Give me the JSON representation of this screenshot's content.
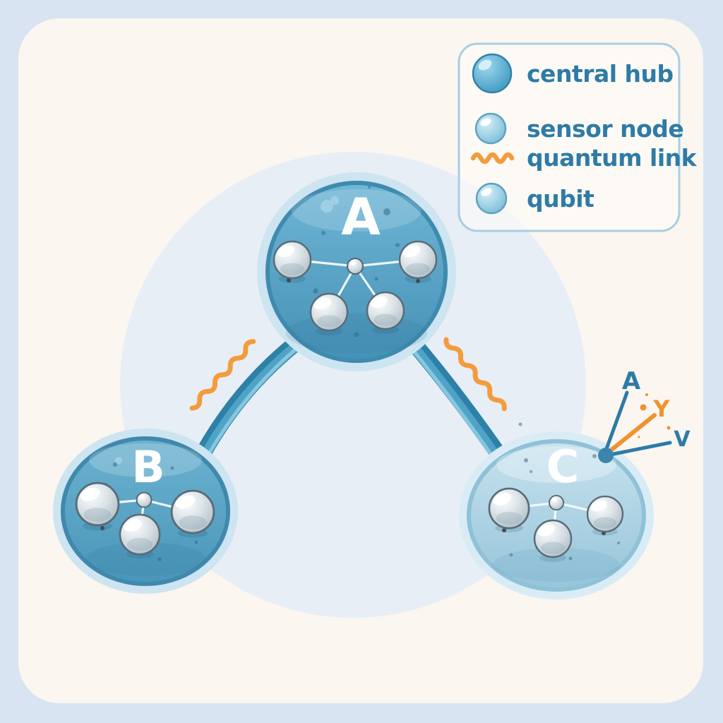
{
  "figure": {
    "description": "Illustrated quantum sensor network diagram: one central hub connected to two sensor nodes by quantum links; each node contains qubits",
    "colors": {
      "background": "#d8e4f1",
      "card": "#fbf6f0",
      "backdrop_circle": "#e8eef6",
      "node_blue": "#55a6c9",
      "node_light_blue": "#aed3e3",
      "connector_blue": "#2d81a7",
      "quantum_orange": "#f39c3d",
      "label_blue": "#2e7ba6",
      "letter_white": "#fdfefe"
    }
  },
  "legend": {
    "items": [
      {
        "name": "central-hub",
        "label": "central hub"
      },
      {
        "name": "sensor-node",
        "label": "sensor node"
      },
      {
        "name": "quantum-link",
        "label": "quantum link"
      },
      {
        "name": "qubit",
        "label": "qubit"
      }
    ]
  },
  "nodes": [
    {
      "id": "A",
      "label": "A",
      "type": "central hub",
      "qubit_count": 4
    },
    {
      "id": "B",
      "label": "B",
      "type": "sensor node",
      "qubit_count": 3
    },
    {
      "id": "C",
      "label": "C",
      "type": "sensor node",
      "qubit_count": 3
    }
  ],
  "links": [
    {
      "from": "A",
      "to": "B",
      "type": "quantum link"
    },
    {
      "from": "A",
      "to": "C",
      "type": "quantum link"
    }
  ],
  "annotation": {
    "attached_to": "C",
    "rays": [
      {
        "label": "A",
        "color": "#2e7ba6"
      },
      {
        "label": "Y",
        "color": "#f0922f"
      },
      {
        "label": "V",
        "color": "#2e7ba6"
      }
    ]
  }
}
